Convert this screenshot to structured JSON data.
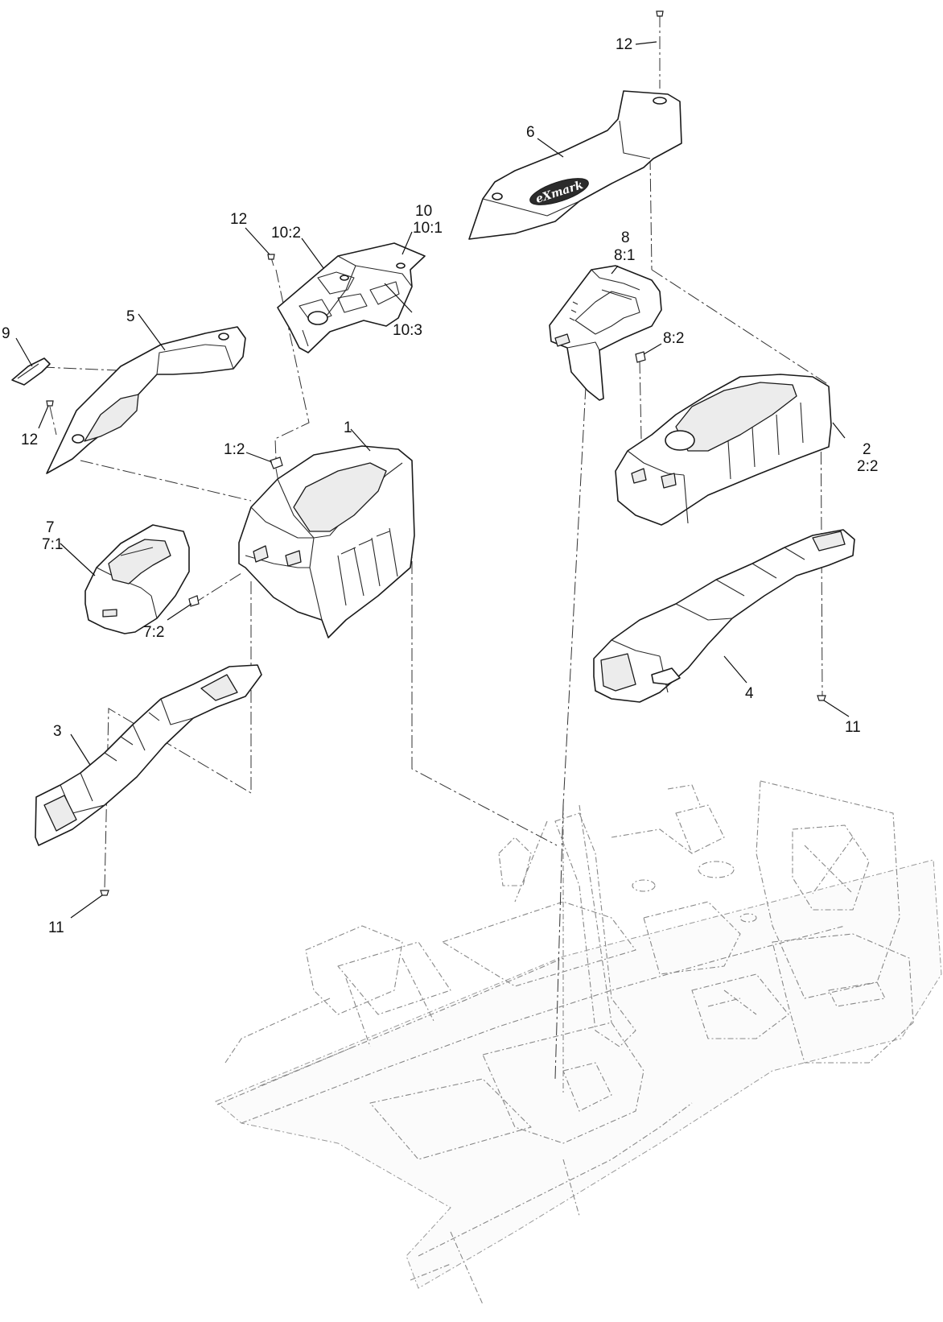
{
  "callouts": {
    "c1": "1",
    "c1_2": "1:2",
    "c2": "2",
    "c2_2": "2:2",
    "c3": "3",
    "c4": "4",
    "c5": "5",
    "c6": "6",
    "c7": "7",
    "c7_1": "7:1",
    "c7_2": "7:2",
    "c8": "8",
    "c8_1": "8:1",
    "c8_2": "8:2",
    "c9": "9",
    "c10": "10",
    "c10_1": "10:1",
    "c10_2": "10:2",
    "c10_3": "10:3",
    "c11_left": "11",
    "c11_right": "11",
    "c12_top": "12",
    "c12_mid": "12",
    "c12_left": "12"
  },
  "logos": {
    "cover_logo": "eXmark"
  },
  "colors": {
    "line": "#1a1a1a",
    "frame": "#888888",
    "background": "#ffffff"
  }
}
